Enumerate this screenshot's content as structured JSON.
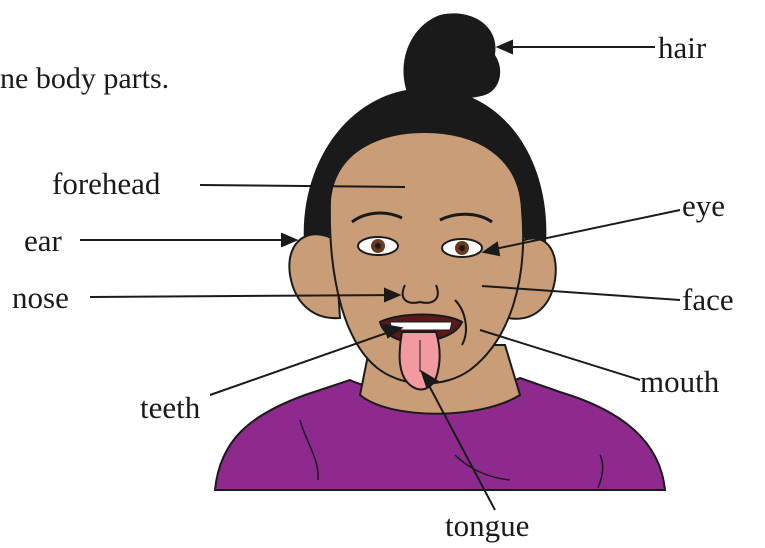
{
  "instruction_text": "ne body parts.",
  "labels": {
    "hair": "hair",
    "forehead": "forehead",
    "eye": "eye",
    "ear": "ear",
    "nose": "nose",
    "face": "face",
    "teeth": "teeth",
    "mouth": "mouth",
    "tongue": "tongue"
  },
  "colors": {
    "skin": "#c89d77",
    "hair": "#1a1a1a",
    "shirt": "#8e2a8e",
    "tongue": "#f29aa0",
    "text": "#1a1a1a"
  }
}
